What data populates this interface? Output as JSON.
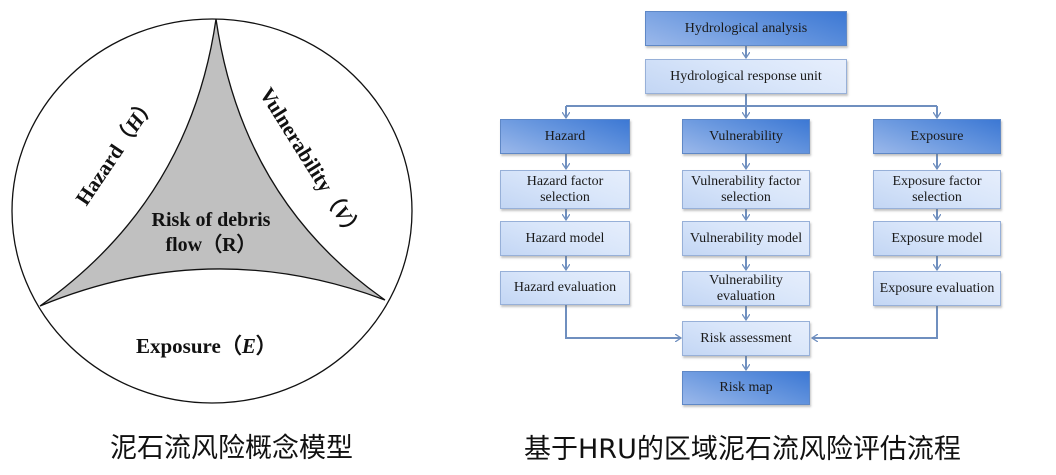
{
  "concept_model": {
    "hazard_label": "Hazard（",
    "hazard_symbol": "H",
    "hazard_close": "）",
    "vulnerability_label": "Vulnerability（",
    "vulnerability_symbol": "V",
    "vulnerability_close": "）",
    "exposure_label": "Exposure（",
    "exposure_symbol": "E",
    "exposure_close": "）",
    "risk_line1": "Risk of debris",
    "risk_line2": "flow（R）",
    "caption": "泥石流风险概念模型",
    "colors": {
      "risk_fill": "#c0c0c0",
      "outline": "#111111"
    }
  },
  "flowchart": {
    "top": {
      "analysis": "Hydrological analysis",
      "unit": "Hydrological response unit"
    },
    "columns": [
      {
        "header": "Hazard",
        "factor": "Hazard factor selection",
        "model": "Hazard model",
        "evaluation": "Hazard evaluation"
      },
      {
        "header": "Vulnerability",
        "factor": "Vulnerability factor selection",
        "model": "Vulnerability model",
        "evaluation": "Vulnerability evaluation"
      },
      {
        "header": "Exposure",
        "factor": "Exposure factor selection",
        "model": "Exposure model",
        "evaluation": "Exposure evaluation"
      }
    ],
    "risk_assessment": "Risk assessment",
    "risk_map": "Risk map",
    "caption": "基于HRU的区域泥石流风险评估流程",
    "colors": {
      "dark_box": "#3c78d4",
      "light_box": "#d9e6fa",
      "connector": "#6f8fbf"
    }
  }
}
